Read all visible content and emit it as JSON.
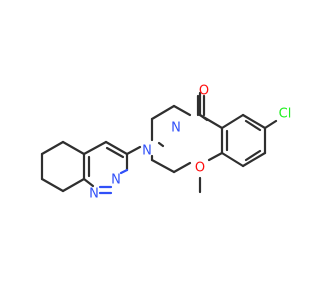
{
  "molecule": {
    "atoms": {
      "o_carbonyl": {
        "text": "O",
        "color": "#ff0d0d"
      },
      "n_piperazine_1": {
        "text": "N",
        "color": "#3050f8"
      },
      "n_piperazine_2": {
        "text": "N",
        "color": "#3050f8"
      },
      "cl": {
        "text": "Cl",
        "color": "#1ff01f"
      },
      "o_methoxy": {
        "text": "O",
        "color": "#ff0d0d"
      },
      "n_ring_1": {
        "text": "N",
        "color": "#3050f8"
      },
      "n_ring_2": {
        "text": "N",
        "color": "#3050f8"
      }
    },
    "bond_color": "#2f2f2f"
  }
}
